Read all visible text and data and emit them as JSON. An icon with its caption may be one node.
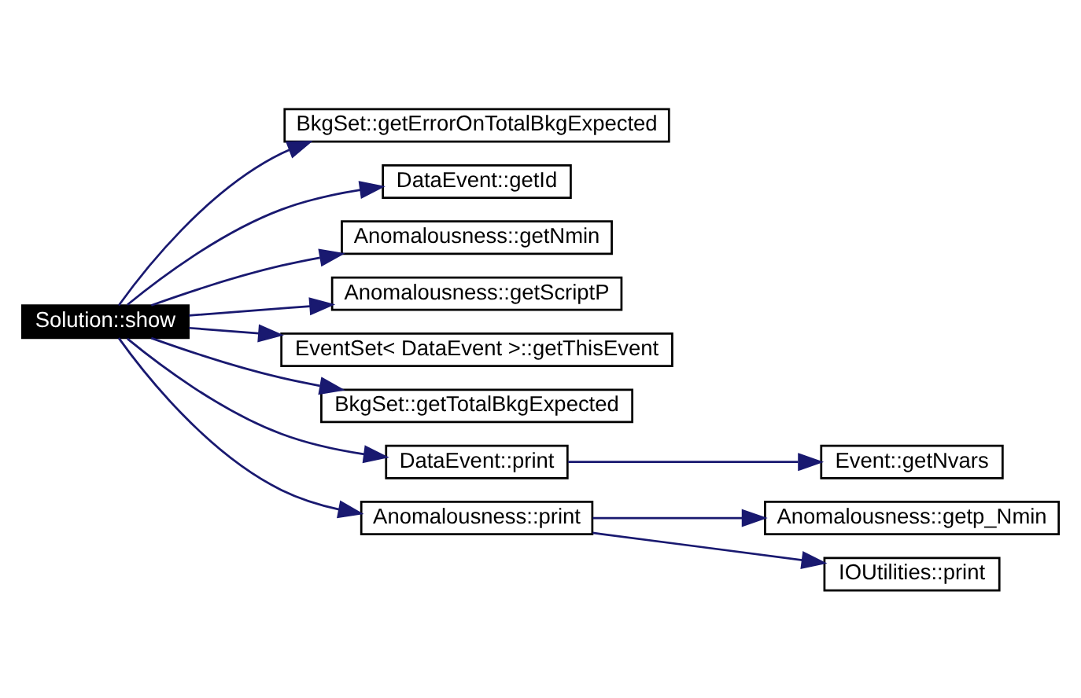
{
  "diagram": {
    "nodes": [
      {
        "text": [
          "Solution::show"
        ]
      },
      {
        "text": [
          "BkgSet::getErrorOnTotalBkgExpected"
        ]
      },
      {
        "text": [
          "DataEvent::getId"
        ]
      },
      {
        "text": [
          "Anomalousness::getNmin"
        ]
      },
      {
        "text": [
          "Anomalousness::getScriptP"
        ]
      },
      {
        "text": [
          "EventSet< DataEvent >::getThisEvent"
        ]
      },
      {
        "text": [
          "BkgSet::getTotalBkgExpected"
        ]
      },
      {
        "text": [
          "DataEvent::print"
        ]
      },
      {
        "text": [
          "Event::getNvars"
        ]
      },
      {
        "text": [
          "Anomalousness::print"
        ]
      },
      {
        "text": [
          "Anomalousness::getp_Nmin"
        ]
      },
      {
        "text": [
          "IOUtilities::print"
        ]
      }
    ],
    "edges": [
      {
        "from": 0,
        "to": 1,
        "arrow": "to"
      },
      {
        "from": 0,
        "to": 2,
        "arrow": "to"
      },
      {
        "from": 0,
        "to": 3,
        "arrow": "to"
      },
      {
        "from": 0,
        "to": 4,
        "arrow": "to"
      },
      {
        "from": 0,
        "to": 5,
        "arrow": "to"
      },
      {
        "from": 0,
        "to": 6,
        "arrow": "to"
      },
      {
        "from": 0,
        "to": 7,
        "arrow": "to"
      },
      {
        "from": 0,
        "to": 9,
        "arrow": "to"
      },
      {
        "from": 7,
        "to": 8,
        "arrow": "to"
      },
      {
        "from": 9,
        "to": 10,
        "arrow": "to"
      },
      {
        "from": 9,
        "to": 11,
        "arrow": "to"
      }
    ]
  }
}
